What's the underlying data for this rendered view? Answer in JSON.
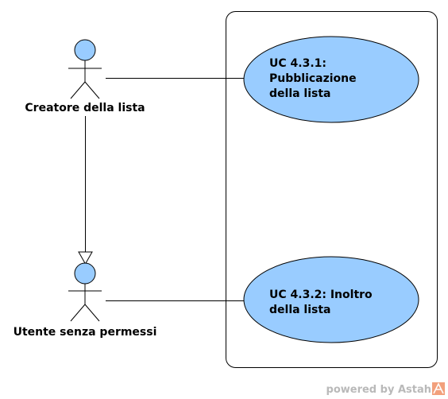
{
  "actors": [
    {
      "id": "creatore",
      "label": "Creatore della lista"
    },
    {
      "id": "utente",
      "label": "Utente senza permessi"
    }
  ],
  "use_cases": [
    {
      "id": "uc431",
      "lines": [
        "UC 4.3.1:",
        "Pubblicazione",
        "della lista"
      ]
    },
    {
      "id": "uc432",
      "lines": [
        "UC 4.3.2: Inoltro",
        "della lista"
      ]
    }
  ],
  "watermark": {
    "text": "powered by Astah"
  },
  "colors": {
    "ellipse_fill": "#99ccff",
    "actor_head_fill": "#99ccff",
    "stroke": "#000000",
    "watermark": "#b9b9b9",
    "logo": "#f2a07c"
  }
}
